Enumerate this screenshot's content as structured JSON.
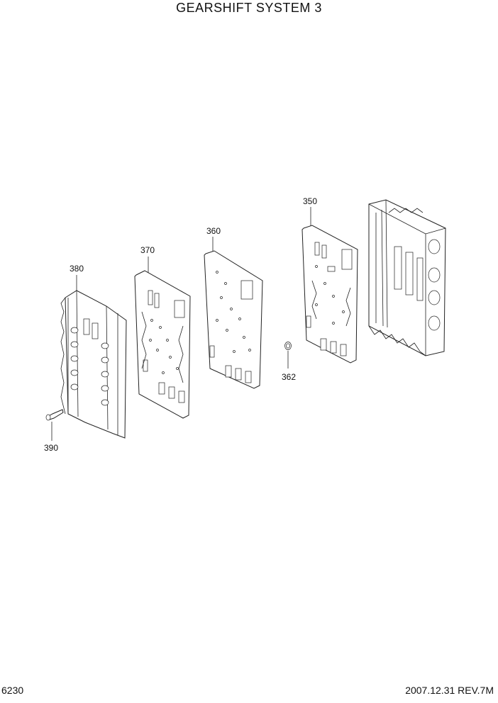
{
  "title": "GEARSHIFT SYSTEM 3",
  "page_number": "6230",
  "revision": "2007.12.31  REV.7M",
  "part_labels": {
    "p350": "350",
    "p360": "360",
    "p362": "362",
    "p370": "370",
    "p380": "380",
    "p390": "390"
  }
}
